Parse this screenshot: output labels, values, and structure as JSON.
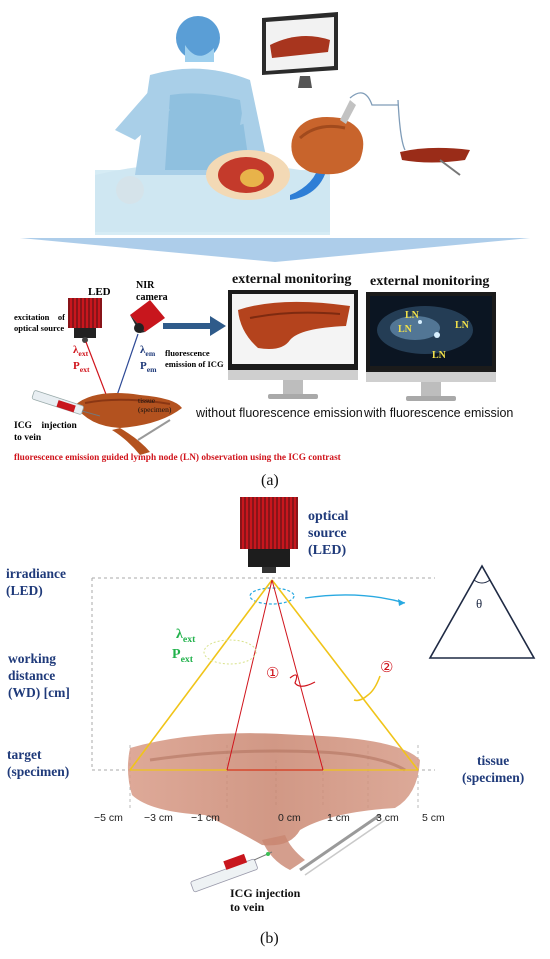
{
  "panel_a": {
    "label": "(a)",
    "led_label": "LED",
    "excitation_label": "excitation    of\noptical source",
    "nir_camera_label": "NIR\ncamera",
    "lambda_ext": "λ",
    "lambda_ext_sub": "ext",
    "p_ext": "P",
    "p_ext_sub": "ext",
    "lambda_em": "λ",
    "lambda_em_sub": "em",
    "p_em": "P",
    "p_em_sub": "em",
    "fluorescence_icg": "fluorescence\nemission of ICG",
    "tissue_specimen": "tissue\n(specimen)",
    "icg_injection": "ICG    injection\nto vein",
    "monitor_left_title": "external monitoring",
    "monitor_right_title": "external monitoring",
    "ln_marks": [
      "LN",
      "LN",
      "LN",
      "LN"
    ],
    "caption_without": "without fluorescence emission",
    "caption_with": "with fluorescence emission",
    "bottom_caption": "fluorescence emission guided lymph node (LN) observation using the ICG contrast"
  },
  "panel_b": {
    "label": "(b)",
    "optical_source": "optical\nsource\n(LED)",
    "irradiance": "irradiance\n(LED)",
    "working_distance": "working\ndistance\n(WD) [cm]",
    "target": "target\n(specimen)",
    "tissue": "tissue\n(specimen)",
    "lambda_ext": "λ",
    "lambda_ext_sub": "ext",
    "p_ext": "P",
    "p_ext_sub": "ext",
    "theta": "θ",
    "marker_1": "①",
    "marker_2": "②",
    "ticks": [
      "−5 cm",
      "−3 cm",
      "−1 cm",
      "0 cm",
      "1 cm",
      "3 cm",
      "5 cm"
    ],
    "icg_injection": "ICG injection\nto vein"
  },
  "colors": {
    "navy": "#1f3a7a",
    "red": "#d0141c",
    "green": "#22b24c",
    "yellow_beam": "#f0c419",
    "cyan": "#29a9e1",
    "led_red": "#c8161d"
  }
}
